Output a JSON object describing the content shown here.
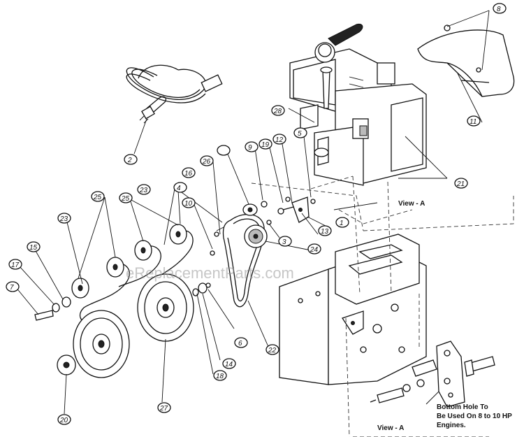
{
  "diagram": {
    "watermark": "eReplacementParts.com",
    "view_label": "View - A",
    "view_label_bottom": "View - A",
    "note_lines": [
      "Bottom Hole To",
      "Be Used On 8 to 10 HP",
      "Engines."
    ],
    "callouts": [
      "2",
      "4",
      "6",
      "7",
      "8",
      "9",
      "10",
      "11",
      "12",
      "13",
      "14",
      "15",
      "16",
      "17",
      "18",
      "19",
      "20",
      "21",
      "22",
      "23",
      "23",
      "24",
      "25",
      "25",
      "26",
      "27",
      "28"
    ]
  }
}
